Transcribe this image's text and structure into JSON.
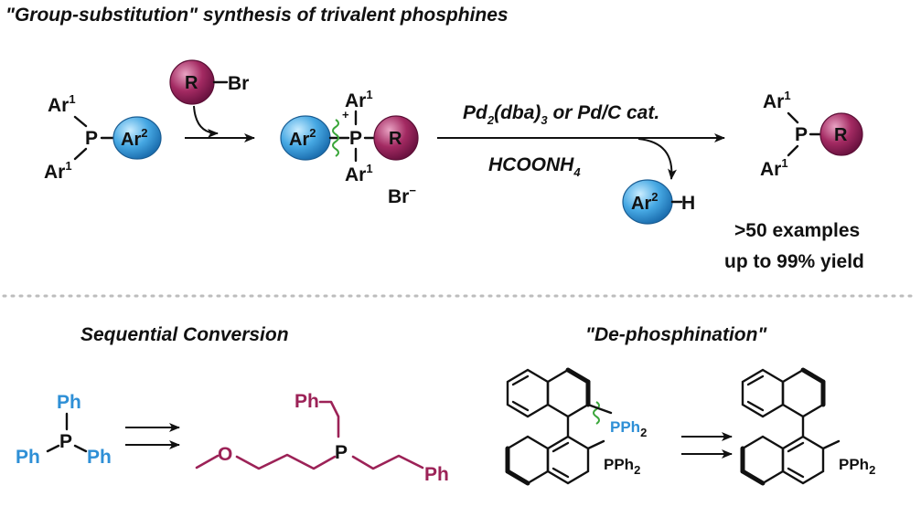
{
  "title": "\"Group-substitution\" synthesis of trivalent phosphines",
  "top_scheme": {
    "start": {
      "ar1_top": "Ar",
      "ar1_bottom": "Ar",
      "sup": "1",
      "p": "P",
      "ar2": "Ar",
      "ar2_sup": "2"
    },
    "reagent": {
      "r": "R",
      "br": "Br"
    },
    "intermediate": {
      "ar2": "Ar",
      "ar2_sup": "2",
      "charge": "+",
      "p": "P",
      "r": "R",
      "ar1_top": "Ar",
      "ar1_bottom": "Ar",
      "sup": "1",
      "counterion": "Br",
      "counterion_charge": "−"
    },
    "conditions": {
      "catalyst_a": "Pd",
      "catalyst_a_sub": "2",
      "catalyst_b": "(dba)",
      "catalyst_b_sub": "3",
      "catalyst_c": " or Pd/C cat.",
      "reductant": "HCOONH",
      "reductant_sub": "4"
    },
    "byproduct": {
      "ar2": "Ar",
      "ar2_sup": "2",
      "h": "H"
    },
    "product": {
      "ar1_top": "Ar",
      "ar1_bottom": "Ar",
      "sup": "1",
      "p": "P",
      "r": "R"
    },
    "note_line1": ">50 examples",
    "note_line2": "up to 99% yield"
  },
  "bottom_left": {
    "heading": "Sequential Conversion",
    "start": {
      "ph_top": "Ph",
      "ph_left": "Ph",
      "ph_right": "Ph",
      "p": "P"
    },
    "product": {
      "ph_top": "Ph",
      "o": "O",
      "p": "P",
      "ph_right": "Ph"
    }
  },
  "bottom_right": {
    "heading": "\"De-phosphination\"",
    "start": {
      "pph2_blue": "PPh",
      "pph2_blue_sub": "2",
      "pph2": "PPh",
      "pph2_sub": "2"
    },
    "product": {
      "pph2": "PPh",
      "pph2_sub": "2"
    }
  },
  "colors": {
    "ar2_ball": "#46a8e3",
    "r_ball": "#a32a62",
    "blue_text": "#2e8fd6",
    "magenta": "#9c2257",
    "wavy": "#3aa63a"
  }
}
